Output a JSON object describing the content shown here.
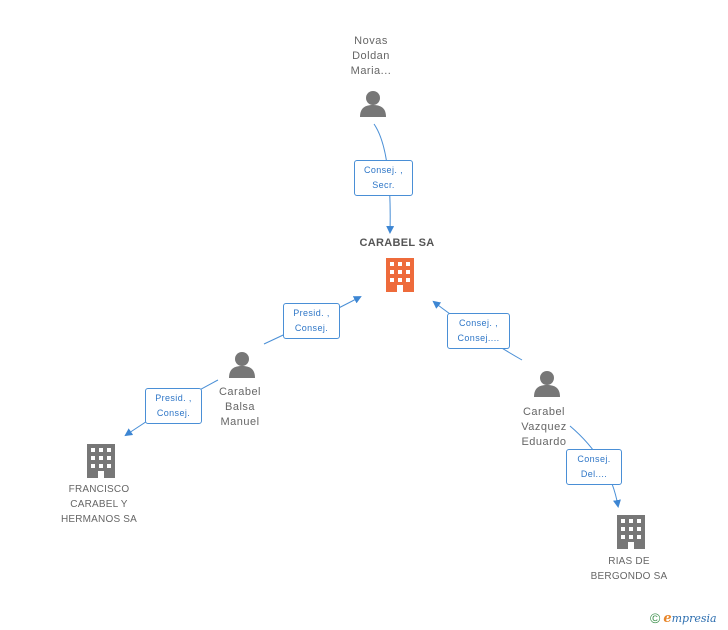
{
  "nodes": {
    "novas": {
      "name": "Novas\nDoldan\nMaria..."
    },
    "carabel_sa": {
      "name": "CARABEL SA"
    },
    "balsa": {
      "name": "Carabel\nBalsa\nManuel"
    },
    "vazquez": {
      "name": "Carabel\nVazquez\nEduardo"
    },
    "francisco": {
      "name": "FRANCISCO\nCARABEL Y\nHERMANOS SA"
    },
    "rias": {
      "name": "RIAS DE\nBERGONDO SA"
    }
  },
  "edges": {
    "novas_to_carabel": {
      "line1": "Consej. ,",
      "line2": "Secr."
    },
    "balsa_to_carabel": {
      "line1": "Presid. ,",
      "line2": "Consej."
    },
    "vazquez_to_carabel": {
      "line1": "Consej. ,",
      "line2": "Consej...."
    },
    "balsa_to_francisco": {
      "line1": "Presid. ,",
      "line2": "Consej."
    },
    "vazquez_to_rias": {
      "line1": "Consej.",
      "line2": "Del...."
    }
  },
  "colors": {
    "edge": "#4a8fd6",
    "person_icon": "#777777",
    "company_icon": "#777777",
    "main_company_icon": "#ee6b3b"
  },
  "footer": {
    "copyright_symbol": "©",
    "brand_initial": "e",
    "brand_rest": "mpresia"
  }
}
